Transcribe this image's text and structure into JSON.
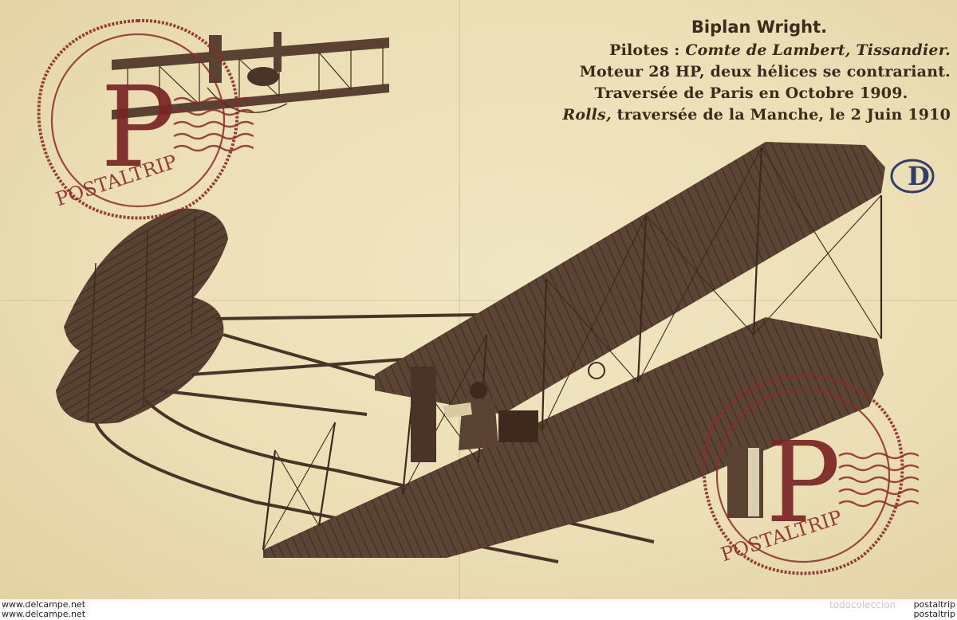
{
  "caption": {
    "title": "Biplan Wright.",
    "pilots_label": "Pilotes :",
    "pilots_names": "Comte de Lambert, Tissandier.",
    "engine": "Moteur 28 HP, deux hélices se contrariant.",
    "paris": "Traversée de Paris en Octobre 1909.",
    "rolls_name": "Rolls,",
    "rolls_rest": "traversée de la Manche, le 2 Juin 1910"
  },
  "stamps": {
    "letter": "P",
    "brand": "POSTALTRIP"
  },
  "corner_mark": "D",
  "footer": {
    "left_line1": "www.delcampe.net",
    "left_line2": "www.delcampe.net",
    "right_line1": "postaltrip",
    "right_line2": "postaltrip",
    "todocoleccion": "todocoleccion"
  },
  "colors": {
    "paper": "#ecdfb6",
    "ink": "#3d2a1c",
    "wing": "#5a4232",
    "stamp": "#8b2b2b"
  }
}
